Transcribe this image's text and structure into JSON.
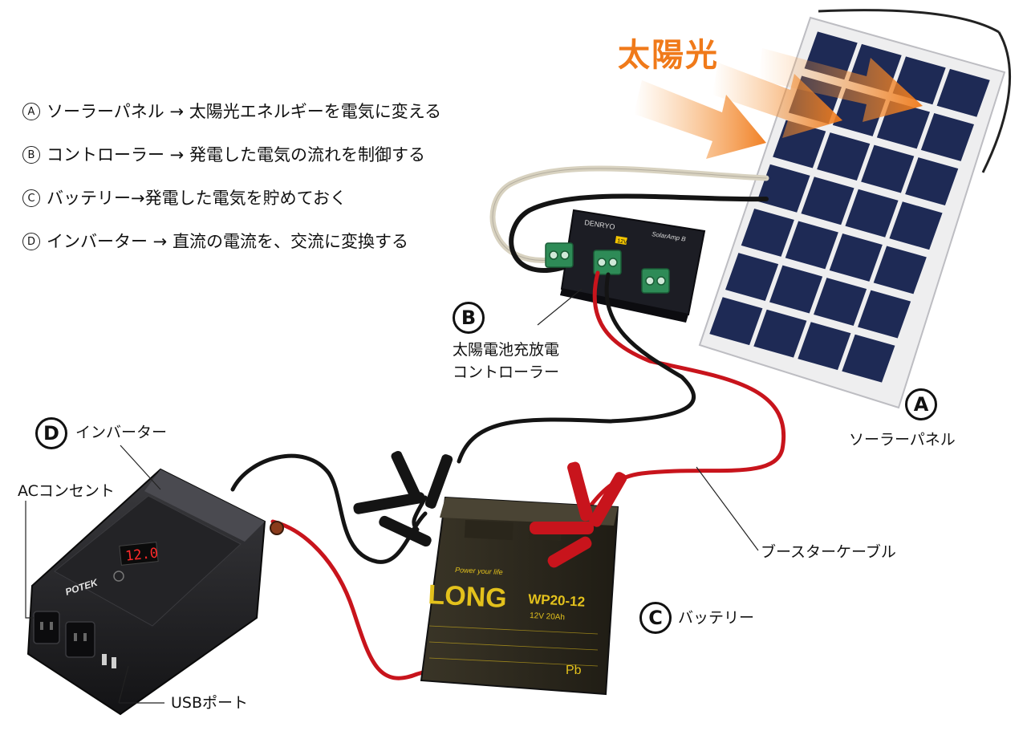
{
  "sunlight_label": "太陽光",
  "legend": [
    {
      "mark": "A",
      "text": "ソーラーパネル → 太陽光エネルギーを電気に変える"
    },
    {
      "mark": "B",
      "text": "コントローラー → 発電した電気の流れを制御する"
    },
    {
      "mark": "C",
      "text": "バッテリー→発電した電気を貯めておく"
    },
    {
      "mark": "D",
      "text": "インバーター → 直流の電流を、交流に変換する"
    }
  ],
  "components": {
    "panel": {
      "badge": "A",
      "label": "ソーラーパネル"
    },
    "controller": {
      "badge": "B",
      "label_line1": "太陽電池充放電",
      "label_line2": "コントローラー",
      "brand": "DENRYO",
      "model": "SolarAmp B",
      "voltage": "12V"
    },
    "battery": {
      "badge": "C",
      "label": "バッテリー",
      "brand": "LONG",
      "tagline": "Power your life",
      "model": "WP20-12",
      "spec": "12V 20Ah"
    },
    "inverter": {
      "badge": "D",
      "label": "インバーター",
      "brand": "POTEK",
      "display": "12.0"
    }
  },
  "callouts": {
    "ac_outlet": "ACコンセント",
    "usb_port": "USBポート",
    "booster_cable": "ブースターケーブル"
  },
  "colors": {
    "sun_orange": "#f07a1a",
    "cell_navy": "#1e2a55",
    "wire_red": "#c8141c",
    "wire_black": "#141414",
    "battery_body": "#2e2a1f",
    "battery_yellow": "#e3c11c",
    "inverter_body": "#1d1d1f",
    "display_red": "#ff2a2a",
    "terminal_green": "#2e8b57"
  }
}
